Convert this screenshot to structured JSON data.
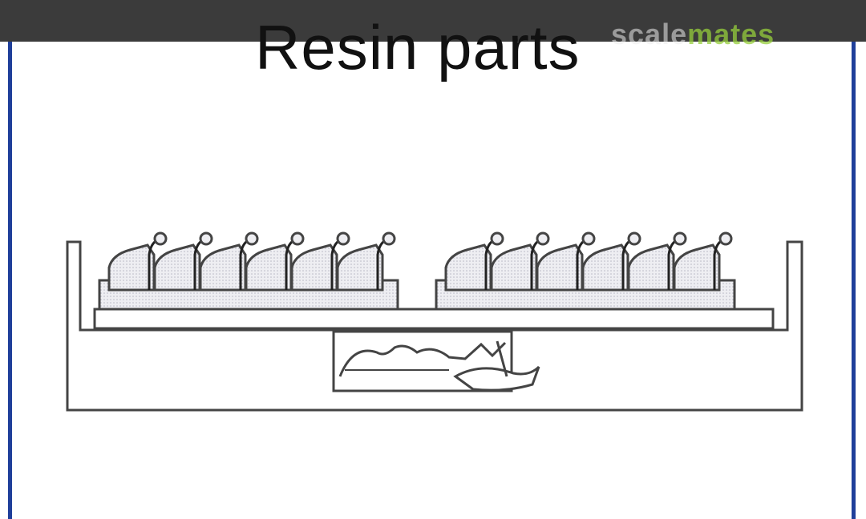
{
  "title": "Resin parts",
  "watermark": {
    "part1": "scale",
    "part2": "mates"
  },
  "drawing": {
    "subject": "resin-part-casting",
    "parts_per_row": 6,
    "rows": 2
  },
  "colors": {
    "top_bar": "#3b3b3b",
    "border": "#1f3f9a",
    "line": "#444444",
    "fill": "#e4e4ea",
    "accent": "#9acd3c"
  }
}
